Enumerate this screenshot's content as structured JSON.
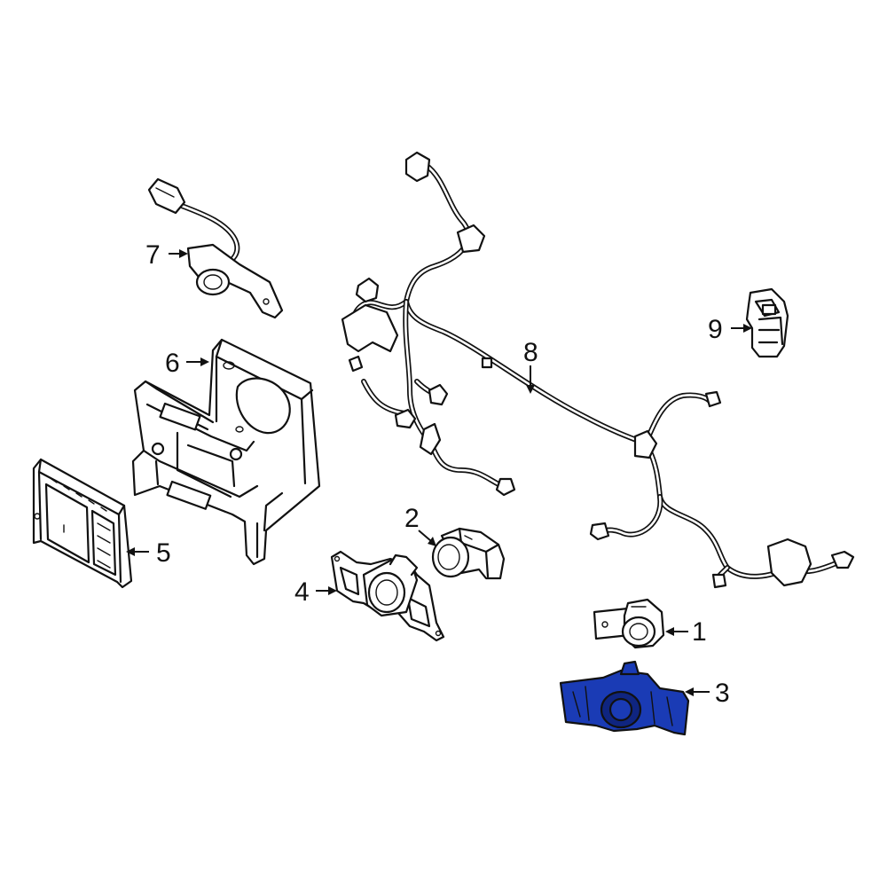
{
  "colors": {
    "highlight": "#1a3bb5",
    "highlight_dark": "#0f2580",
    "ink": "#111111"
  },
  "callouts": {
    "c1": "1",
    "c2": "2",
    "c3": "3",
    "c4": "4",
    "c5": "5",
    "c6": "6",
    "c7": "7",
    "c8": "8",
    "c9": "9"
  },
  "highlighted_part": "3"
}
